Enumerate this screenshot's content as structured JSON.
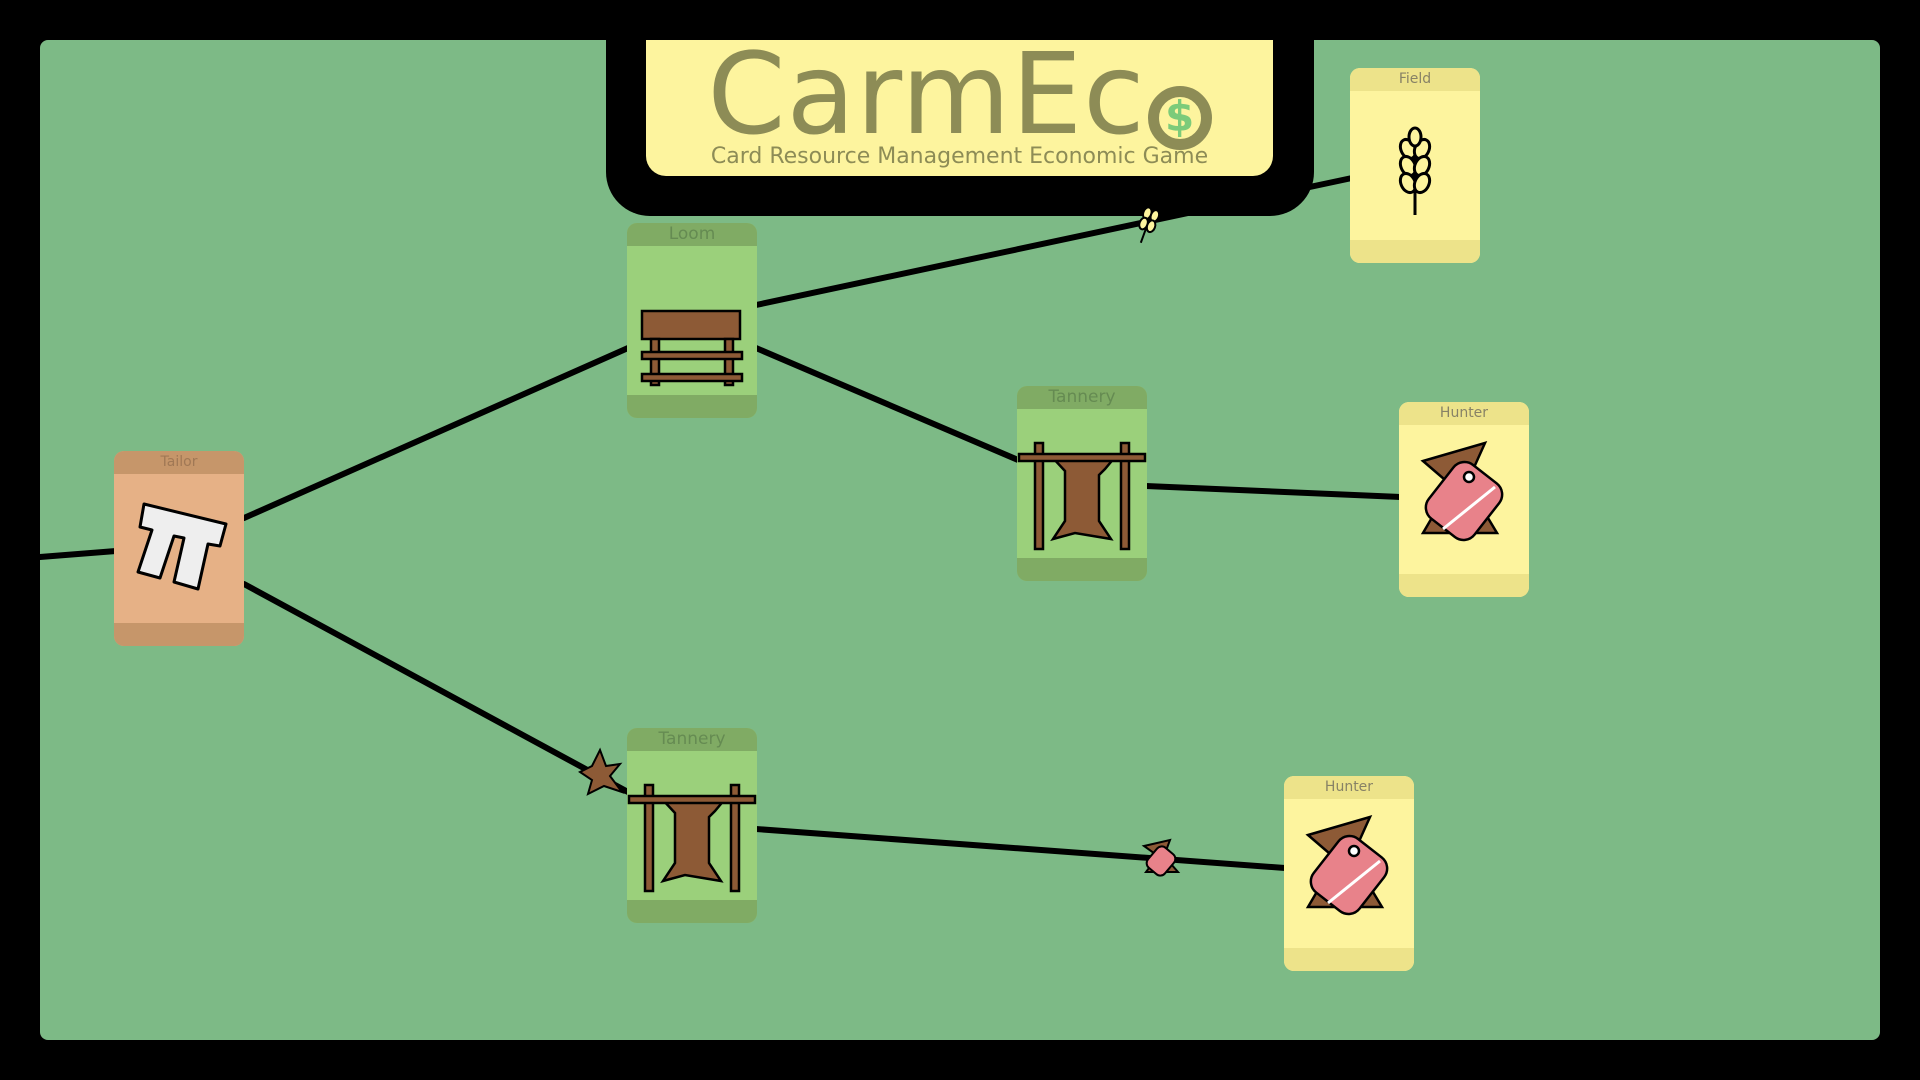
{
  "game": {
    "title_main": "CarmEc",
    "title_icon": "dollar-coin-icon",
    "title_icon_glyph": "$",
    "subtitle": "Card Resource Management Economic Game"
  },
  "cards": {
    "field": {
      "label": "Field",
      "icon": "wheat-icon",
      "kind": "source"
    },
    "loom": {
      "label": "Loom",
      "icon": "loom-icon",
      "kind": "building"
    },
    "tannery_top": {
      "label": "Tannery",
      "icon": "tanning-rack-icon",
      "kind": "building"
    },
    "hunter_top": {
      "label": "Hunter",
      "icon": "meat-icon",
      "kind": "source"
    },
    "tailor": {
      "label": "Tailor",
      "icon": "shirt-icon",
      "kind": "craft"
    },
    "tannery_bottom": {
      "label": "Tannery",
      "icon": "tanning-rack-icon",
      "kind": "building"
    },
    "hunter_bottom": {
      "label": "Hunter",
      "icon": "meat-icon",
      "kind": "source"
    }
  },
  "tokens_in_transit": [
    {
      "resource": "wheat",
      "route": "field-to-loom"
    },
    {
      "resource": "leather",
      "route": "tannery-to-tailor"
    },
    {
      "resource": "meat",
      "route": "hunter-to-tannery"
    }
  ],
  "colors": {
    "board": "#7dba86",
    "frame": "#000000",
    "building_card": "#9bd07b",
    "source_card": "#fdf49e",
    "craft_card": "#e6b186",
    "title_text": "#8d8c56",
    "dollar": "#7ccb7a"
  }
}
